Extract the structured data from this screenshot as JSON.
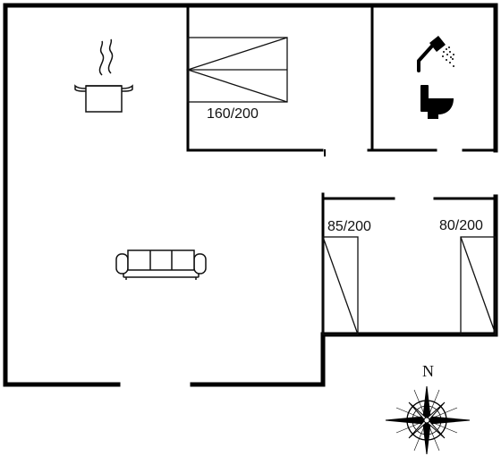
{
  "labels": {
    "bed_master": "160/200",
    "bed_single_1": "85/200",
    "bed_single_2": "80/200",
    "north": "N"
  },
  "icons": {
    "kitchen": "cooking-pot-icon",
    "living": "sofa-icon",
    "bathroom_shower": "shower-icon",
    "bathroom_toilet": "toilet-icon",
    "compass": "compass-rose-icon"
  },
  "colors": {
    "wall": "#000000",
    "line": "#111111",
    "background": "#ffffff"
  }
}
